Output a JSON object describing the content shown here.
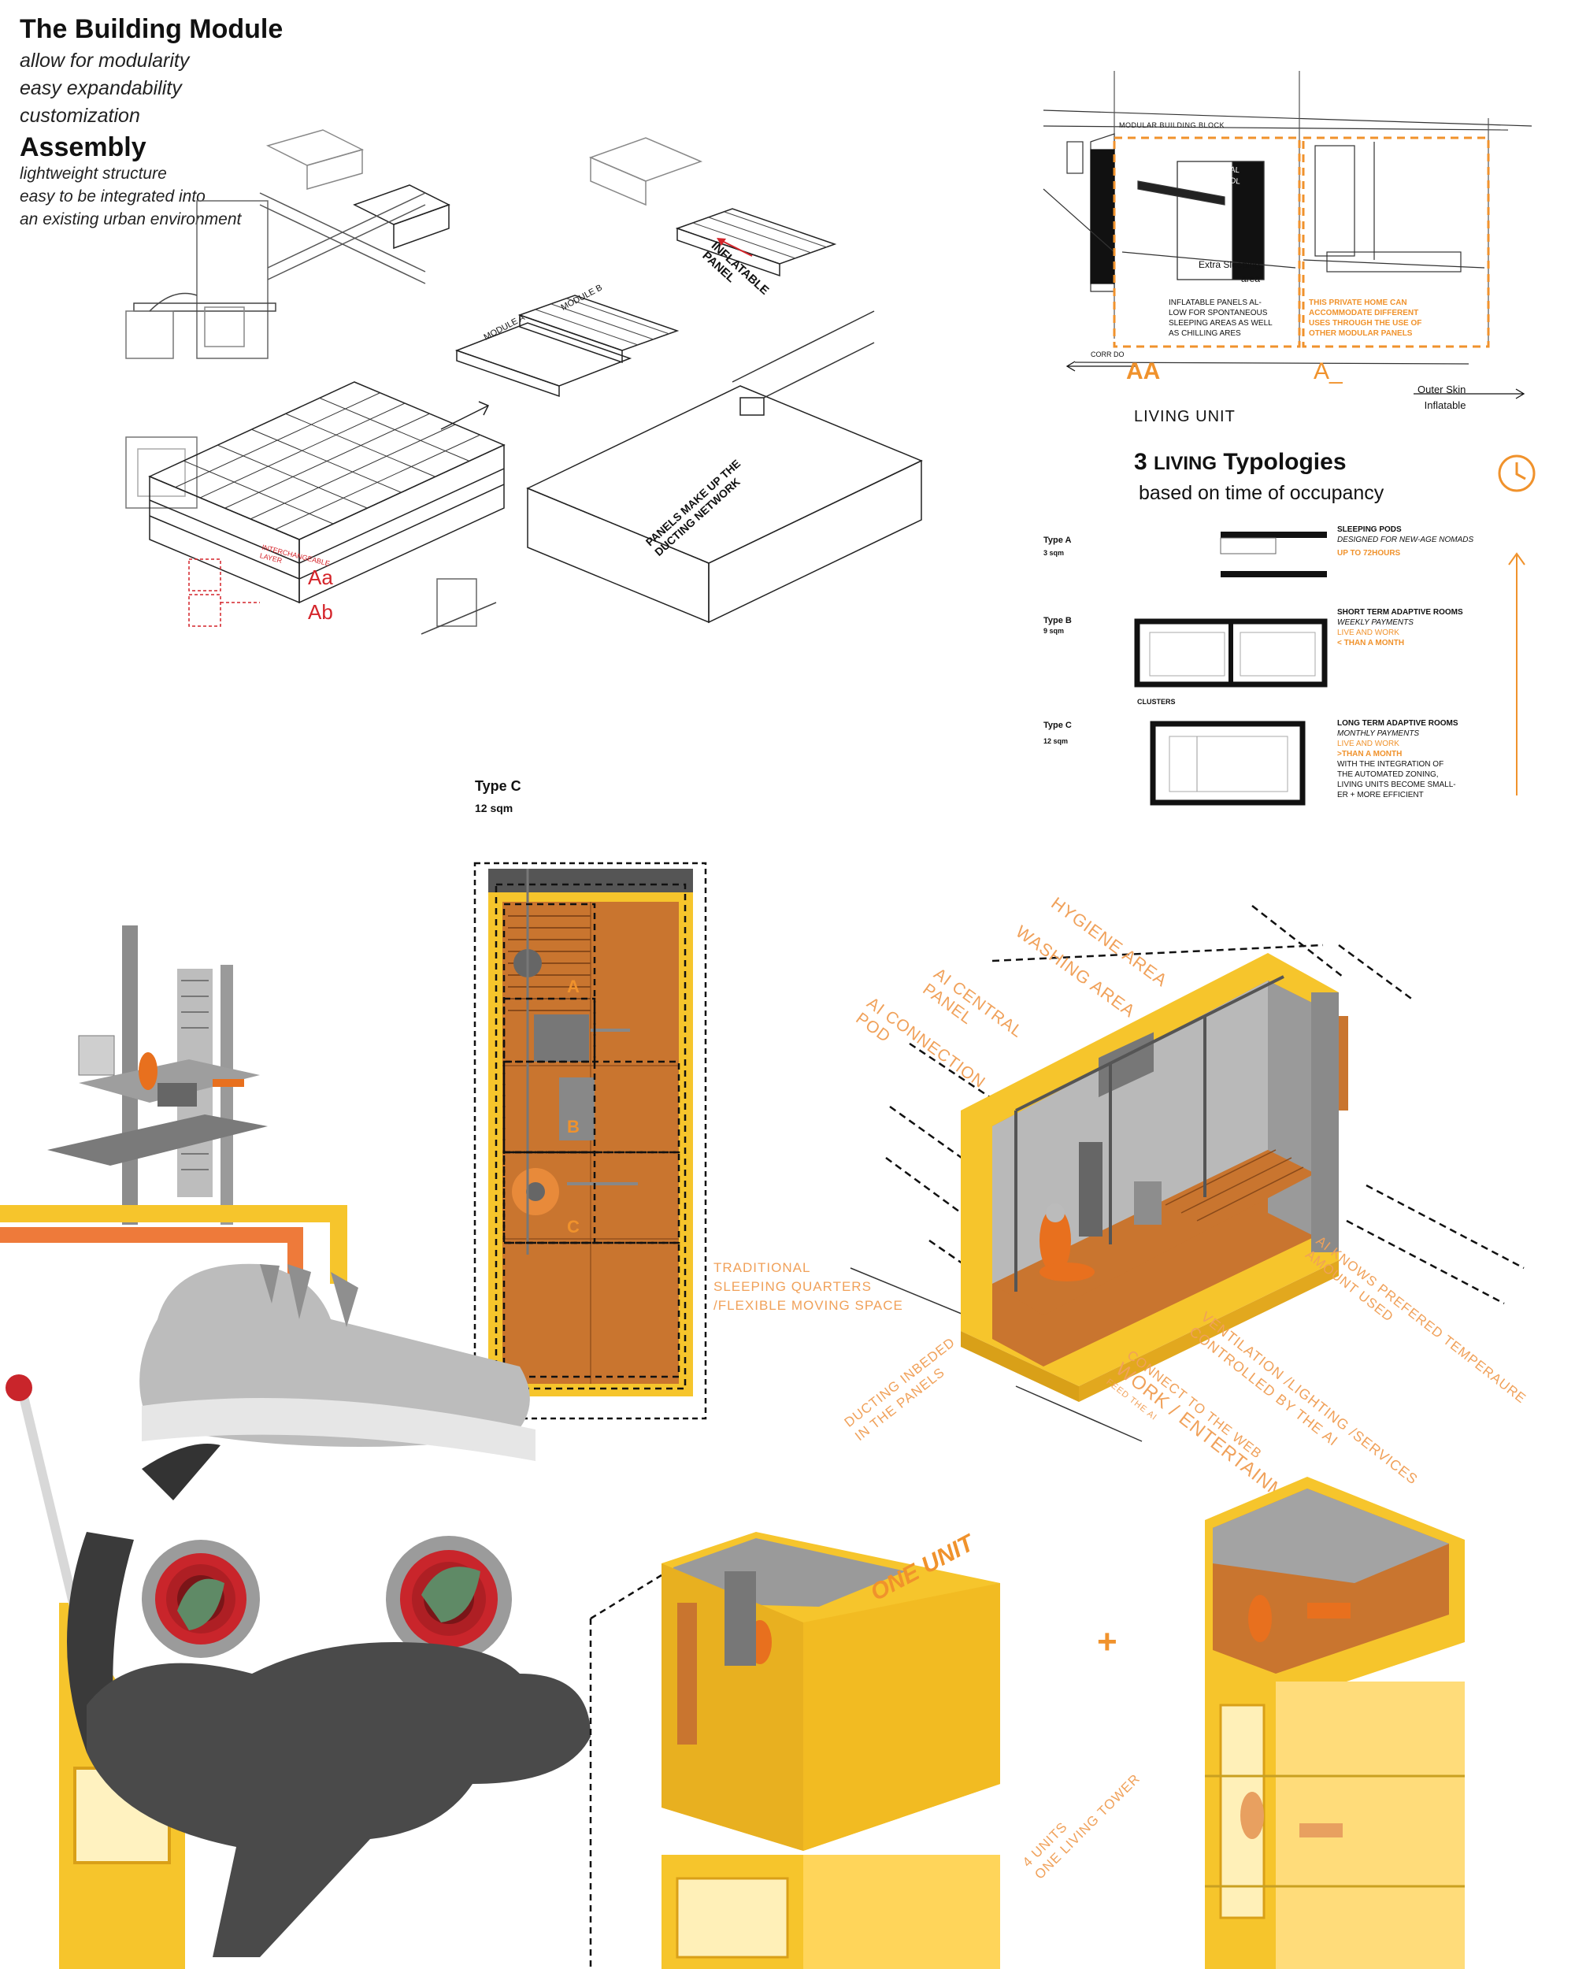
{
  "building_module": {
    "title": "The Building Module",
    "lines": [
      "allow for modularity",
      "easy expandability",
      "customization"
    ]
  },
  "assembly": {
    "title": "Assembly",
    "lines": [
      "lightweight structure",
      "easy to be integrated into",
      "an existing urban environment"
    ]
  },
  "exploded": {
    "module_a": "MODULE A",
    "module_b": "MODULE B",
    "inflatable_panel_1": "INFLATABLE",
    "inflatable_panel_2": "PANEL",
    "ducting_1": "PANELS MAKE UP THE",
    "ducting_2": "DUCTING NETWORK",
    "interchangeable_1": "INTERCHANGEABLE",
    "interchangeable_2": "LAYER",
    "aa": "Aa",
    "ab": "Ab"
  },
  "section": {
    "block_label": "MODULAR BUILDING BLOCK",
    "central_panel": [
      "CENTRAL",
      "CONTROL",
      "PANEL"
    ],
    "extra_sleeping_1": "Extra Sleeping",
    "extra_sleeping_2": "area",
    "note_left": [
      "INFLATABLE PANELS AL-",
      "LOW FOR SPONTANEOUS",
      "SLEEPING AREAS AS WELL",
      "AS CHILLING ARES"
    ],
    "note_right": [
      "THIS PRIVATE HOME CAN",
      "ACCOMMODATE DIFFERENT",
      "USES THROUGH THE USE OF",
      "OTHER MODULAR PANELS"
    ],
    "corridor": "CORR DO",
    "aa": "AA",
    "a_": "A_",
    "living_unit": "LIVING UNIT",
    "outer_skin_1": "Outer Skin",
    "outer_skin_2": "Inflatable"
  },
  "typologies": {
    "title_num": "3",
    "title_living": "LIVING",
    "title_rest": "Typologies",
    "subtitle": "based on time of occupancy",
    "types": [
      {
        "name": "Type A",
        "area": "3 sqm",
        "head": "SLEEPING PODS",
        "sub": "DESIGNED FOR NEW-AGE NOMADS",
        "hl": "UP TO 72HOURS"
      },
      {
        "name": "Type B",
        "area": "9 sqm",
        "head": "SHORT TERM ADAPTIVE ROOMS",
        "sub": "WEEKLY PAYMENTS",
        "hl1": "LIVE AND WORK",
        "hl2": "< THAN A MONTH",
        "cluster": "CLUSTERS"
      },
      {
        "name": "Type C",
        "area": "12 sqm",
        "head": "LONG TERM ADAPTIVE ROOMS",
        "sub": "MONTHLY PAYMENTS",
        "hl1": "LIVE AND WORK",
        "hl2": ">THAN A MONTH",
        "rest": [
          "WITH THE INTEGRATION OF",
          "THE AUTOMATED ZONING,",
          "LIVING UNITS BECOME SMALL-",
          "ER + MORE EFFICIENT"
        ]
      }
    ]
  },
  "plan": {
    "title": "Type C",
    "area": "12 sqm",
    "zones": [
      "A",
      "B",
      "C"
    ],
    "note": [
      "TRADITIONAL",
      "SLEEPING QUARTERS",
      "/FLEXIBLE MOVING SPACE"
    ]
  },
  "axon": {
    "labels": [
      "HYGIENE AREA",
      "WASHING AREA",
      "AI CENTRAL",
      "PANEL",
      "AI CONNECTION",
      "POD"
    ],
    "right_1": [
      "AI KNOWS PREFERED TEMPERAURE",
      "AMOUNT USED"
    ],
    "right_2": [
      "VENTILATION /LIGHTING /SERVICES",
      "CONTROLLED BY THE AI"
    ],
    "right_3": [
      "CONNECT TO THE WEB",
      "WORK / ENTERTAINMENT",
      "FEED THE AI"
    ],
    "ducting": [
      "DUCTING INBEDED",
      "IN THE PANELS"
    ]
  },
  "bottom": {
    "one_unit": "ONE UNIT",
    "plus": "+",
    "tower": [
      "4 UNITS",
      "ONE LIVING TOWER"
    ]
  },
  "colors": {
    "yellow": "#f6c52c",
    "orange": "#f0922c",
    "wood": "#c9752f",
    "red": "#d4242a"
  }
}
